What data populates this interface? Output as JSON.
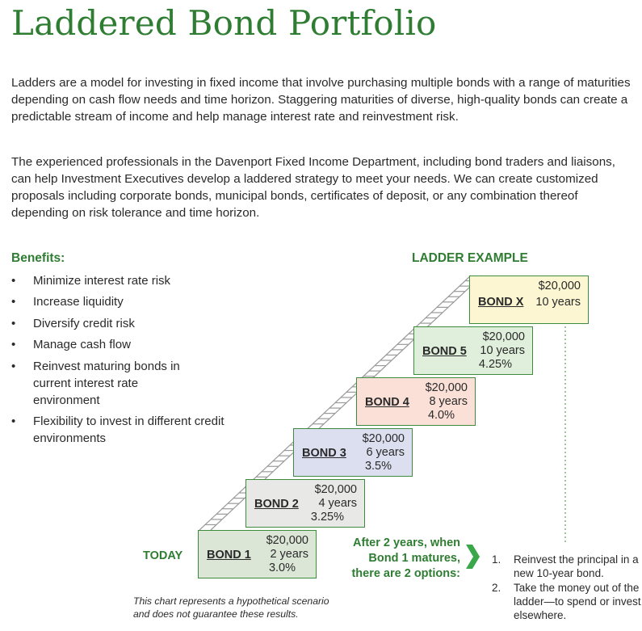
{
  "title": "Laddered Bond Portfolio",
  "paragraphs": [
    "Ladders are a model for investing in fixed income that involve purchasing multiple bonds with a range of maturities depending on cash flow needs and time horizon. Staggering maturities of diverse, high-quality bonds can create a predictable stream of income and help manage interest rate and reinvestment risk.",
    "The experienced professionals in the Davenport Fixed Income Department, including bond traders and liaisons, can help Investment Executives develop a laddered strategy to meet your needs. We can create customized proposals including corporate bonds, municipal bonds, certificates of deposit, or any combination thereof depending on risk tolerance and time horizon."
  ],
  "benefits": {
    "title": "Benefits:",
    "bullet": "•",
    "items": [
      "Minimize interest rate risk",
      "Increase liquidity",
      "Diversify credit risk",
      "Manage cash flow",
      "Reinvest maturing bonds in current interest rate environment",
      "Flexibility to invest in different credit environments"
    ]
  },
  "ladder": {
    "title": "LADDER EXAMPLE",
    "today_label": "TODAY",
    "bonds": [
      {
        "name": "BOND 1",
        "amount": "$20,000",
        "years": "2 years",
        "rate": "3.0%",
        "color": "#dce6d7"
      },
      {
        "name": "BOND 2",
        "amount": "$20,000",
        "years": "4 years",
        "rate": "3.25%",
        "color": "#e8e8e6"
      },
      {
        "name": "BOND 3",
        "amount": "$20,000",
        "years": "6 years",
        "rate": "3.5%",
        "color": "#dcdfef"
      },
      {
        "name": "BOND 4",
        "amount": "$20,000",
        "years": "8 years",
        "rate": "4.0%",
        "color": "#fbe0d8"
      },
      {
        "name": "BOND 5",
        "amount": "$20,000",
        "years": "10 years",
        "rate": "4.25%",
        "color": "#e0efdc"
      },
      {
        "name": "BOND X",
        "amount": "$20,000",
        "years": "10 years",
        "color": "#fcf6d2"
      }
    ],
    "after_text": "After 2 years, when Bond 1 matures, there are 2 options:",
    "options": [
      {
        "num": "1.",
        "text": "Reinvest the principal in a new 10-year bond."
      },
      {
        "num": "2.",
        "text": "Take the money out of the ladder—to spend or invest elsewhere."
      }
    ],
    "disclaimer": "This chart represents a hypothetical scenario and does not guarantee these results.",
    "accent_color": "#2f7d32",
    "border_color": "#3d8b3d"
  }
}
